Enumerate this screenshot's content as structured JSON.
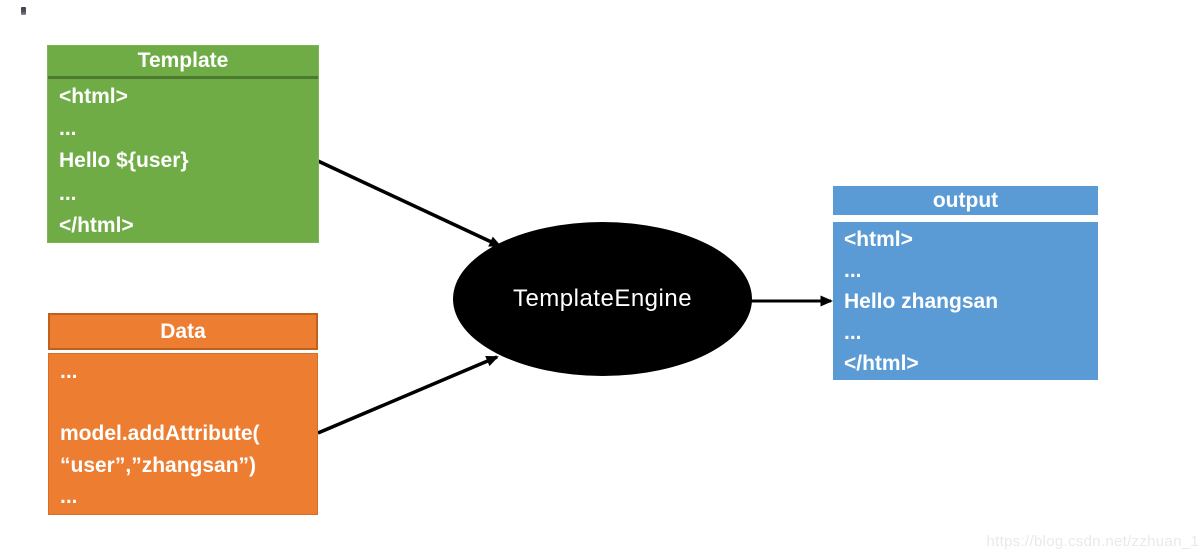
{
  "template_box": {
    "title": "Template",
    "lines": [
      "<html>",
      "...",
      "Hello ${user}",
      "...",
      "</html>"
    ]
  },
  "data_box": {
    "title": "Data",
    "lines": [
      "...",
      "",
      "model.addAttribute(",
      "“user”,”zhangsan”)",
      "..."
    ]
  },
  "engine": {
    "label": "TemplateEngine"
  },
  "output_box": {
    "title": "output",
    "lines": [
      "<html>",
      "...",
      "Hello zhangsan",
      "...",
      "</html>"
    ]
  },
  "watermark": {
    "text": "https://blog.csdn.net/zzhuan_1"
  },
  "colors": {
    "template_fill": "#6FAC46",
    "template_divider": "#4D7A31",
    "data_fill": "#ED7D31",
    "data_border": "#C0601F",
    "output_fill": "#5B9BD5",
    "engine_fill": "#000000",
    "box_text": "#FFFFFF",
    "arrow": "#000000",
    "watermark_text": "#E9E9EE"
  }
}
